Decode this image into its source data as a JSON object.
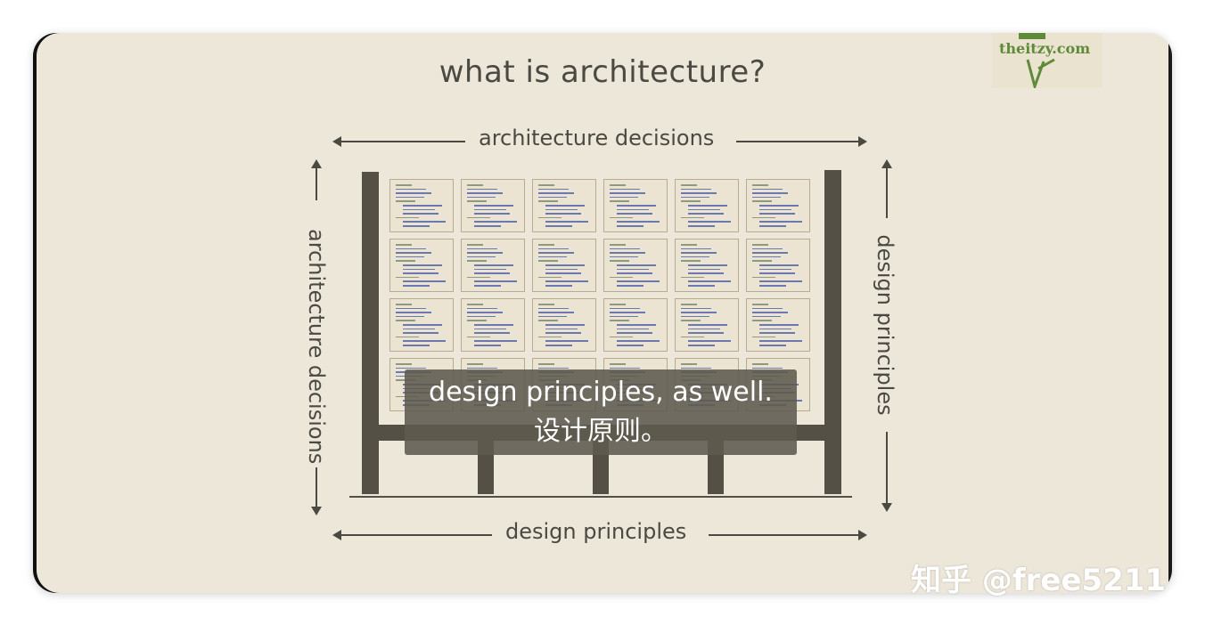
{
  "slide": {
    "title": "what is architecture?",
    "top_label": "architecture decisions",
    "left_label": "architecture decisions",
    "right_label": "design principles",
    "bottom_label": "design principles",
    "logo_text": "theitzy.com"
  },
  "subtitles": {
    "line_en": "design principles, as well.",
    "line_zh": "设计原则。"
  },
  "watermark": "知乎 @free5211",
  "colors": {
    "slide_bg": "#ede7da",
    "ink": "#4a4942",
    "frame_bars": "#555045",
    "subtitle_bg": "#5f5a4e",
    "logo_green": "#5f8a3a"
  },
  "grid": {
    "rows": 4,
    "cols": 6
  }
}
